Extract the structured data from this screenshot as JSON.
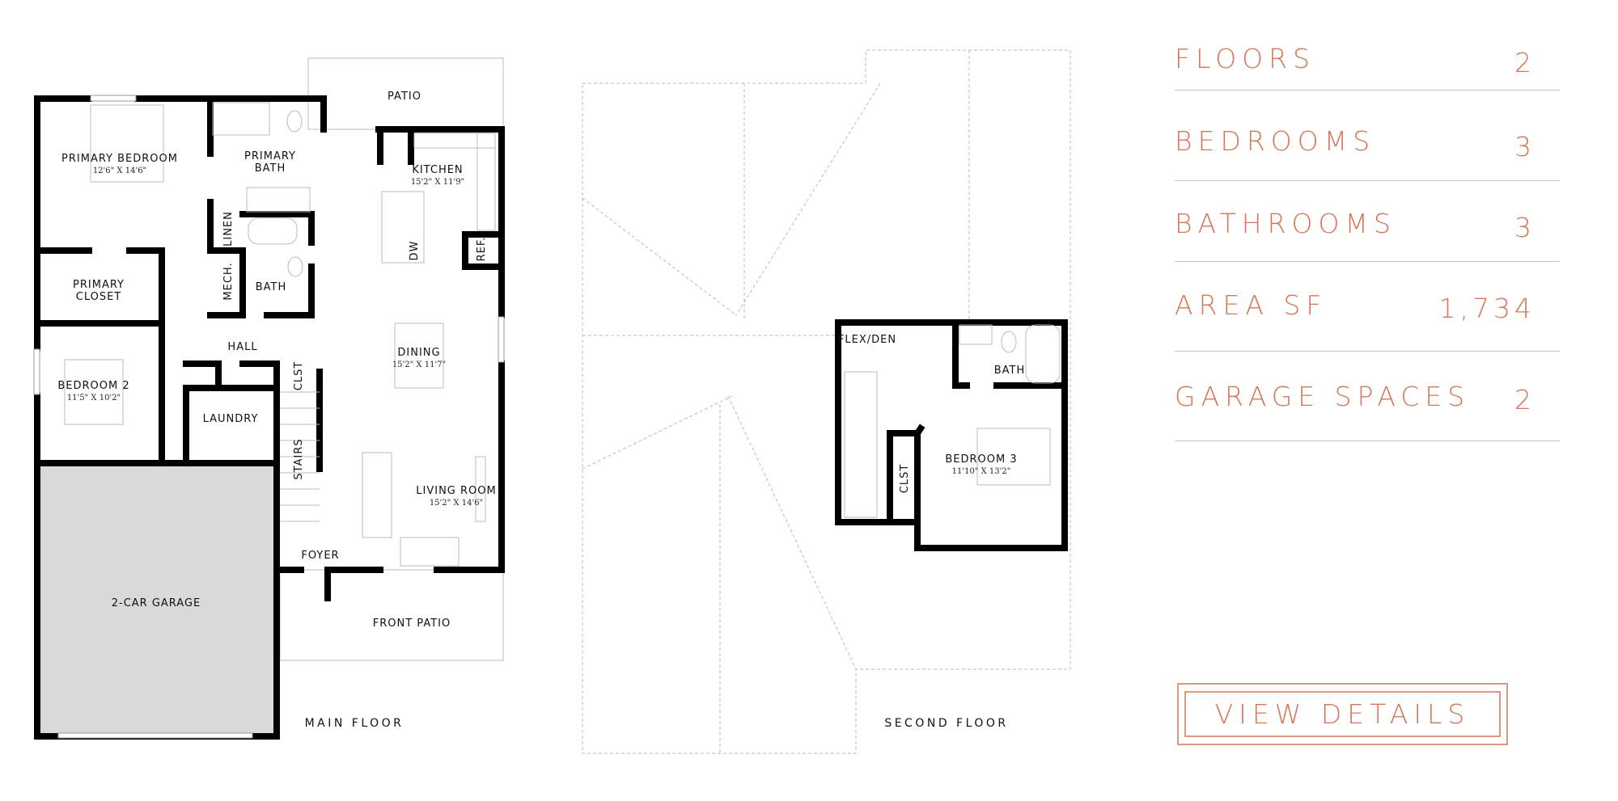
{
  "plan": {
    "main_floor": {
      "title": "MAIN FLOOR",
      "rooms": {
        "patio": "PATIO",
        "primary_bedroom": "PRIMARY BEDROOM",
        "primary_bedroom_dim": "12'6\" X 14'6\"",
        "primary_bath_1": "PRIMARY",
        "primary_bath_2": "BATH",
        "kitchen": "KITCHEN",
        "kitchen_dim": "15'2\" X 11'9\"",
        "linen": "LINEN",
        "mech": "MECH.",
        "dw": "DW",
        "ref": "REF.",
        "bath": "BATH",
        "primary_closet_1": "PRIMARY",
        "primary_closet_2": "CLOSET",
        "hall": "HALL",
        "dining": "DINING",
        "dining_dim": "15'2\" X 11'7\"",
        "bedroom2": "BEDROOM 2",
        "bedroom2_dim": "11'5\" X 10'2\"",
        "laundry": "LAUNDRY",
        "clst": "CLST",
        "stairs": "STAIRS",
        "living_room": "LIVING ROOM",
        "living_room_dim": "15'2\" X 14'6\"",
        "foyer": "FOYER",
        "garage": "2-CAR GARAGE",
        "front_patio": "FRONT PATIO"
      }
    },
    "second_floor": {
      "title": "SECOND FLOOR",
      "rooms": {
        "flex_den": "FLEX/DEN",
        "bath": "BATH",
        "bedroom3": "BEDROOM 3",
        "bedroom3_dim": "11'10\" X 13'2\"",
        "clst": "CLST"
      }
    }
  },
  "stats": [
    {
      "label": "FLOORS",
      "value": "2"
    },
    {
      "label": "BEDROOMS",
      "value": "3"
    },
    {
      "label": "BATHROOMS",
      "value": "3"
    },
    {
      "label": "AREA SF",
      "value": "1,734"
    },
    {
      "label": "GARAGE SPACES",
      "value": "2"
    }
  ],
  "cta": {
    "label": "VIEW DETAILS"
  },
  "colors": {
    "accent": "#d4785a",
    "garage_fill": "#d9d9d9",
    "wall": "#000000"
  }
}
